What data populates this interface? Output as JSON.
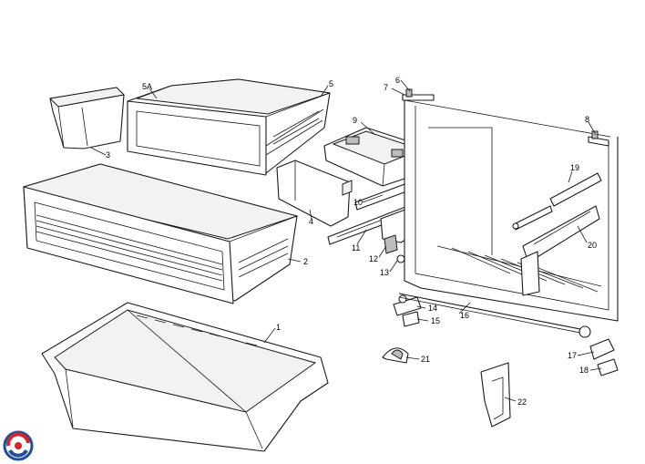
{
  "callouts": {
    "c1": "1",
    "c2": "2",
    "c3": "3",
    "c4": "4",
    "c5": "5",
    "c5a": "5A",
    "c6": "6",
    "c7": "7",
    "c8": "8",
    "c9": "9",
    "c10": "10",
    "c11": "11",
    "c12": "12",
    "c13": "13",
    "c14": "14",
    "c15": "15",
    "c16": "16",
    "c17": "17",
    "c18": "18",
    "c19": "19",
    "c20": "20",
    "c21": "21",
    "c22": "22"
  },
  "colors": {
    "line": "#1a1a1a",
    "logo_red": "#d8232a",
    "logo_blue": "#1f4e9c"
  },
  "icons": {
    "logo": "brand-logo-icon"
  }
}
